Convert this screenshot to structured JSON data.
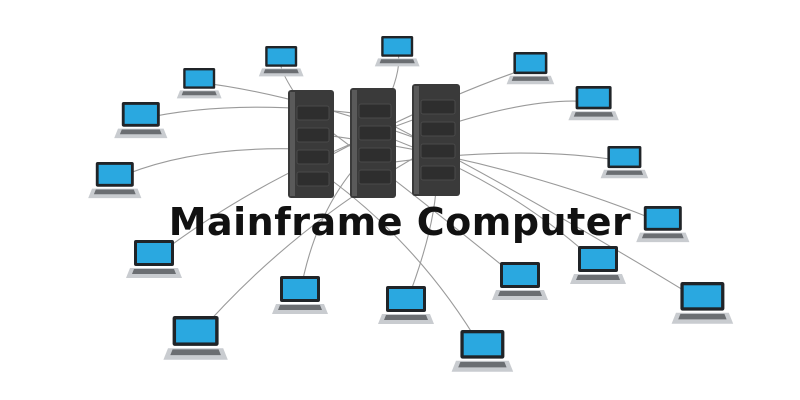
{
  "title": "Mainframe Computer",
  "colors": {
    "background": "#ffffff",
    "server_body": "#3a3a3a",
    "server_highlight": "#5a5a5a",
    "screen": "#2aa8e0",
    "laptop_body": "#c9ccd0",
    "keyboard": "#6b6e72",
    "cable": "#9a9a9a",
    "title_text": "#111111"
  },
  "servers": [
    {
      "name": "server-left"
    },
    {
      "name": "server-middle"
    },
    {
      "name": "server-right"
    }
  ],
  "laptops": [
    {
      "name": "laptop-1"
    },
    {
      "name": "laptop-2"
    },
    {
      "name": "laptop-3"
    },
    {
      "name": "laptop-4"
    },
    {
      "name": "laptop-5"
    },
    {
      "name": "laptop-6"
    },
    {
      "name": "laptop-7"
    },
    {
      "name": "laptop-8"
    },
    {
      "name": "laptop-9"
    },
    {
      "name": "laptop-10"
    },
    {
      "name": "laptop-11"
    },
    {
      "name": "laptop-12"
    },
    {
      "name": "laptop-13"
    },
    {
      "name": "laptop-14"
    },
    {
      "name": "laptop-15"
    },
    {
      "name": "laptop-16"
    },
    {
      "name": "laptop-17"
    },
    {
      "name": "laptop-18"
    }
  ]
}
